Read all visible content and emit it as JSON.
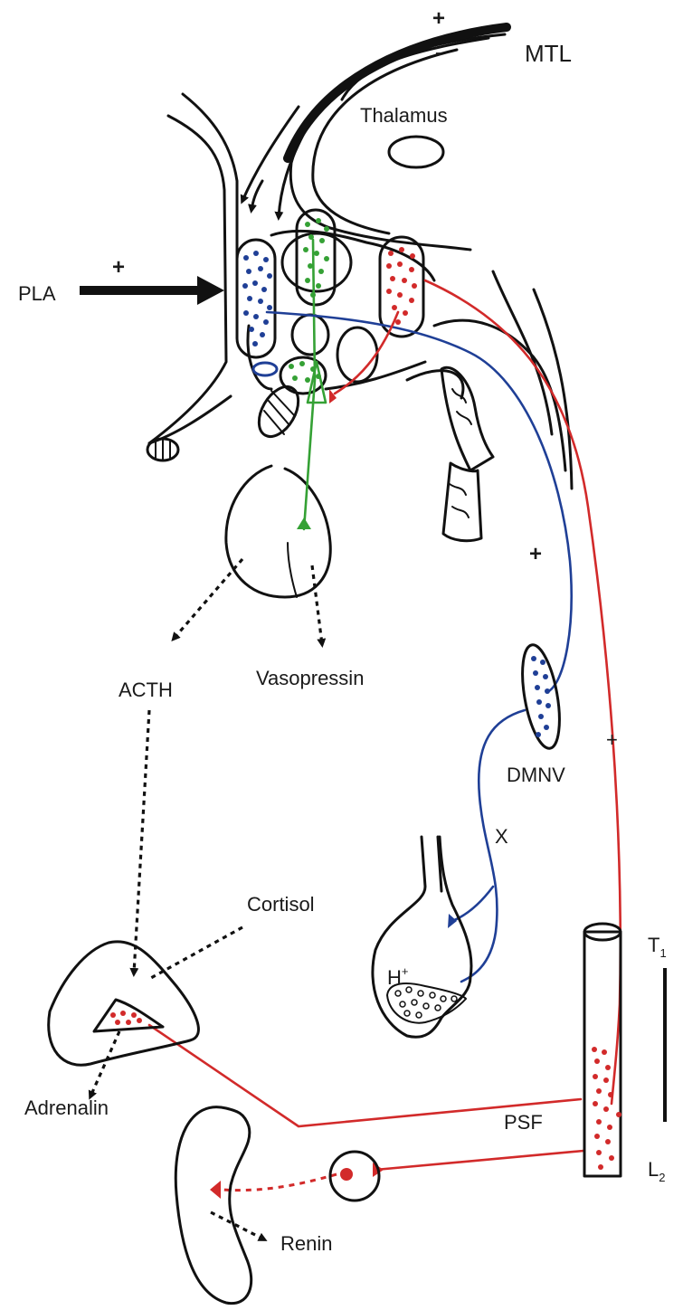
{
  "labels": {
    "mtl": "MTL",
    "thalamus": "Thalamus",
    "pla": "PLA",
    "acth": "ACTH",
    "vasopressin": "Vasopressin",
    "dmnv": "DMNV",
    "x_nerve": "X",
    "cortisol": "Cortisol",
    "h_ion": "H",
    "h_charge": "+",
    "adrenalin": "Adrenalin",
    "psf": "PSF",
    "renin": "Renin",
    "t_level": "T",
    "t_sub": "1",
    "l_level": "L",
    "l_sub": "2",
    "spinal_plus": "+"
  },
  "symbols": {
    "mtl_plus": "+",
    "mtl_minus": "-",
    "pla_plus": "+",
    "blue_plus": "+"
  },
  "colors": {
    "sympathetic": "#d22a2a",
    "vagal": "#1f3f96",
    "vasopressin_pathway": "#35a135",
    "outline": "#111111"
  }
}
